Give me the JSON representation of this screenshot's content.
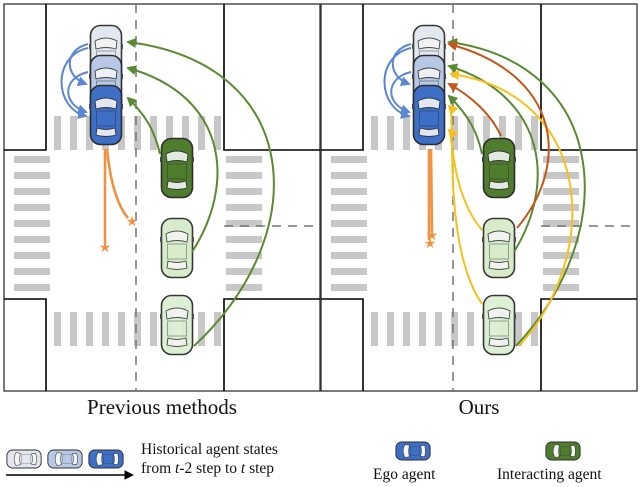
{
  "panels": {
    "left_caption": "Previous methods",
    "right_caption": "Ours"
  },
  "legend": {
    "history_line1": "Historical agent states",
    "history_line2_a": "from ",
    "history_line2_t1": "t",
    "history_line2_b": "-2 step to ",
    "history_line2_t2": "t",
    "history_line2_c": " step",
    "ego": "Ego agent",
    "interacting": "Interacting agent"
  },
  "colors": {
    "ego": "#3d6fc6",
    "ego_history_1": "#a9bfe4",
    "ego_history_2": "#d3dcec",
    "interacting": "#4e7d2e",
    "interacting_faded": "#cde6c0",
    "arrow_green": "#5a8a32",
    "arrow_blue": "#5b86d1",
    "arrow_orange": "#f09240",
    "arrow_yellow": "#f7c11b",
    "arrow_brown": "#c5561a",
    "road_line": "#000000",
    "crosswalk": "#c7c7c7"
  }
}
